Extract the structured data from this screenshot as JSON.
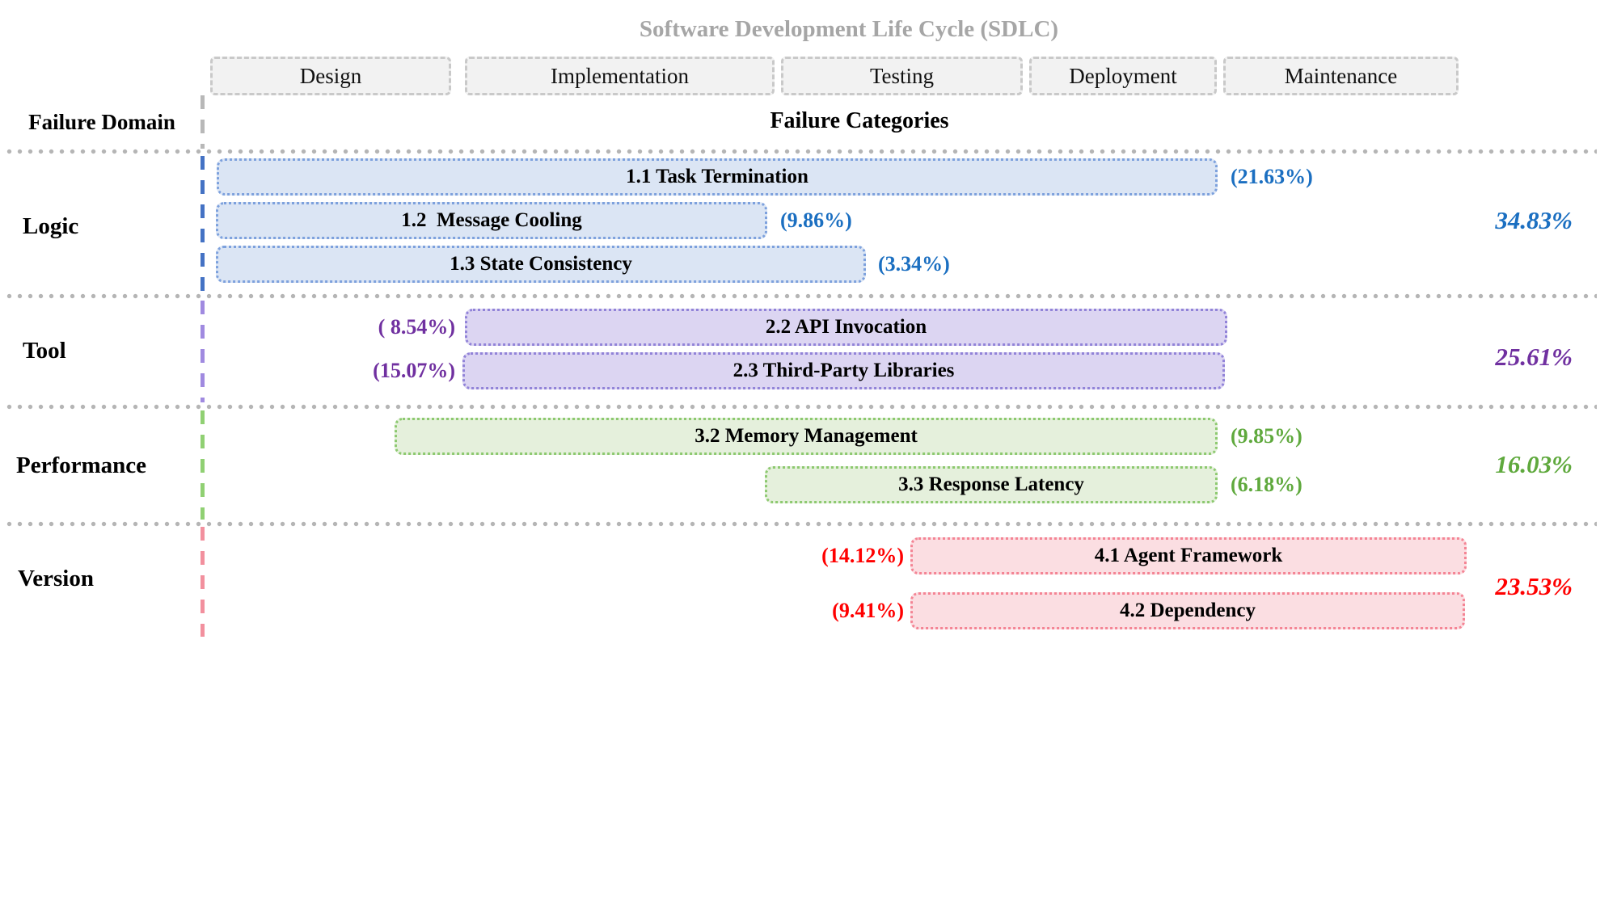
{
  "title": "Software Development Life Cycle (SDLC)",
  "header": {
    "failure_domain": "Failure Domain",
    "failure_categories": "Failure Categories"
  },
  "phases": [
    {
      "label": "Design"
    },
    {
      "label": "Implementation"
    },
    {
      "label": "Testing"
    },
    {
      "label": "Deployment"
    },
    {
      "label": "Maintenance"
    }
  ],
  "domains": [
    {
      "name": "Logic",
      "total": "34.83%",
      "accent_color": "#1b6fc1",
      "bar_fill": "#dbe5f4",
      "bar_border": "#7da1dd",
      "categories": [
        {
          "label": "1.1 Task Termination",
          "percent": "(21.63%)"
        },
        {
          "label": "1.2  Message Cooling",
          "percent": "(9.86%)"
        },
        {
          "label": "1.3 State Consistency",
          "percent": "(3.34%)"
        }
      ]
    },
    {
      "name": "Tool",
      "total": "25.61%",
      "accent_color": "#7030a0",
      "bar_fill": "#dcd5f2",
      "bar_border": "#9183d8",
      "categories": [
        {
          "label": "2.2 API Invocation",
          "percent": "( 8.54%)"
        },
        {
          "label": "2.3 Third-Party Libraries",
          "percent": "(15.07%)"
        }
      ]
    },
    {
      "name": "Performance",
      "total": "16.03%",
      "accent_color": "#5fa93d",
      "bar_fill": "#e5f0dc",
      "bar_border": "#8dc970",
      "categories": [
        {
          "label": "3.2 Memory Management",
          "percent": "(9.85%)"
        },
        {
          "label": "3.3 Response Latency",
          "percent": "(6.18%)"
        }
      ]
    },
    {
      "name": "Version",
      "total": "23.53%",
      "accent_color": "#ff0000",
      "bar_fill": "#fbdee2",
      "bar_border": "#f48494",
      "categories": [
        {
          "label": "4.1 Agent Framework",
          "percent": "(14.12%)"
        },
        {
          "label": "4.2 Dependency",
          "percent": "(9.41%)"
        }
      ]
    }
  ]
}
